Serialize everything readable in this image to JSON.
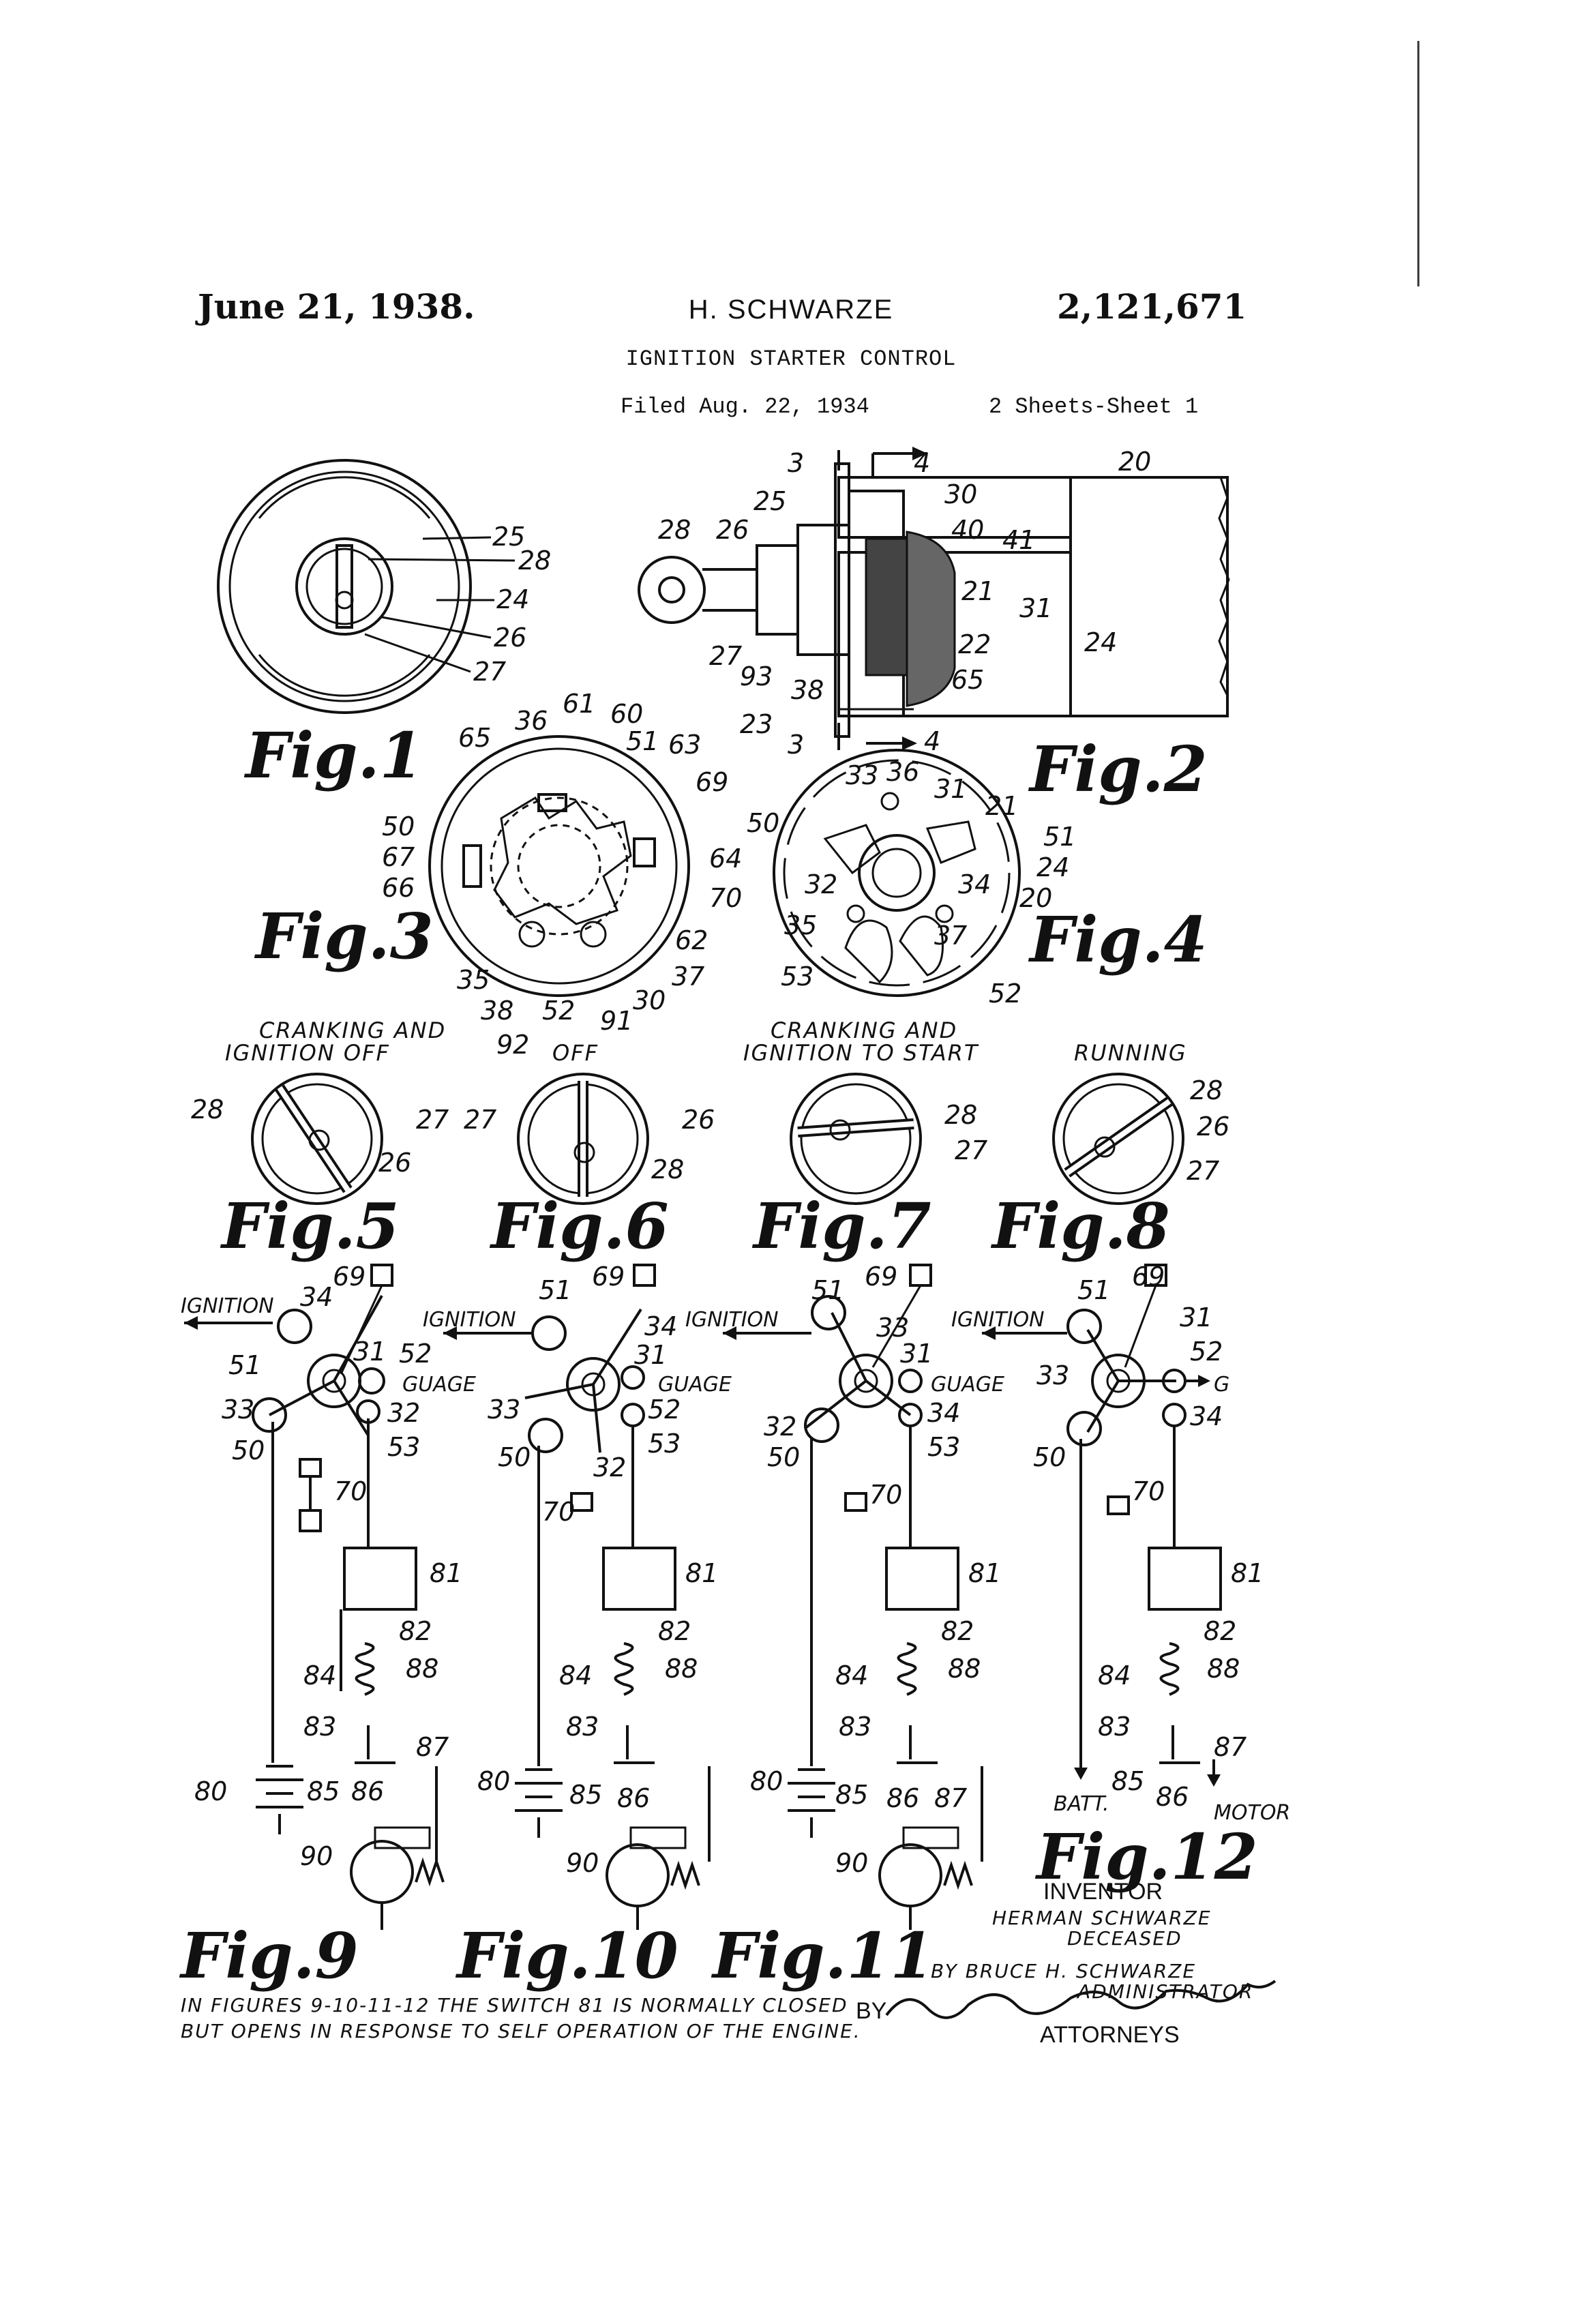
{
  "header": {
    "date": "June 21, 1938.",
    "inventor_name": "H. SCHWARZE",
    "patent_number": "2,121,671",
    "title": "IGNITION STARTER CONTROL",
    "filed": "Filed Aug. 22, 1934",
    "sheets": "2 Sheets-Sheet 1"
  },
  "figures": {
    "fig1": "Fig.1",
    "fig2": "Fig.2",
    "fig3": "Fig.3",
    "fig4": "Fig.4",
    "fig5": "Fig.5",
    "fig6": "Fig.6",
    "fig7": "Fig.7",
    "fig8": "Fig.8",
    "fig9": "Fig.9",
    "fig10": "Fig.10",
    "fig11": "Fig.11",
    "fig12": "Fig.12"
  },
  "position_captions": {
    "fig5": [
      "CRANKING AND",
      "IGNITION OFF"
    ],
    "fig6": "OFF",
    "fig7": [
      "CRANKING AND",
      "IGNITION TO START"
    ],
    "fig8": "RUNNING"
  },
  "circuit_labels": {
    "ignition": "IGNITION",
    "guage": "GUAGE",
    "g": "G",
    "batt": "BATT.",
    "motor": "MOTOR"
  },
  "reference_numerals": {
    "n20": "20",
    "n21": "21",
    "n22": "22",
    "n23": "23",
    "n24": "24",
    "n25": "25",
    "n26": "26",
    "n27": "27",
    "n28": "28",
    "n30": "30",
    "n31": "31",
    "n32": "32",
    "n33": "33",
    "n34": "34",
    "n35": "35",
    "n36": "36",
    "n37": "37",
    "n38": "38",
    "n40": "40",
    "n41": "41",
    "n50": "50",
    "n51": "51",
    "n52": "52",
    "n53": "53",
    "n60": "60",
    "n61": "61",
    "n62": "62",
    "n63": "63",
    "n64": "64",
    "n65": "65",
    "n66": "66",
    "n67": "67",
    "n69": "69",
    "n70": "70",
    "n80": "80",
    "n81": "81",
    "n82": "82",
    "n83": "83",
    "n84": "84",
    "n85": "85",
    "n86": "86",
    "n87": "87",
    "n88": "88",
    "n90": "90",
    "n91": "91",
    "n92": "92",
    "n93": "93",
    "s3": "3",
    "s4": "4"
  },
  "inventor_block": {
    "heading": "INVENTOR",
    "name": "HERMAN SCHWARZE",
    "status": "DECEASED",
    "by_line": "BY BRUCE H. SCHWARZE",
    "role": "ADMINISTRATOR",
    "by": "BY",
    "attorneys": "ATTORNEYS"
  },
  "footnote": [
    "IN FIGURES 9-10-11-12 THE SWITCH 81 IS NORMALLY CLOSED",
    "BUT OPENS IN RESPONSE TO SELF OPERATION OF THE ENGINE."
  ]
}
